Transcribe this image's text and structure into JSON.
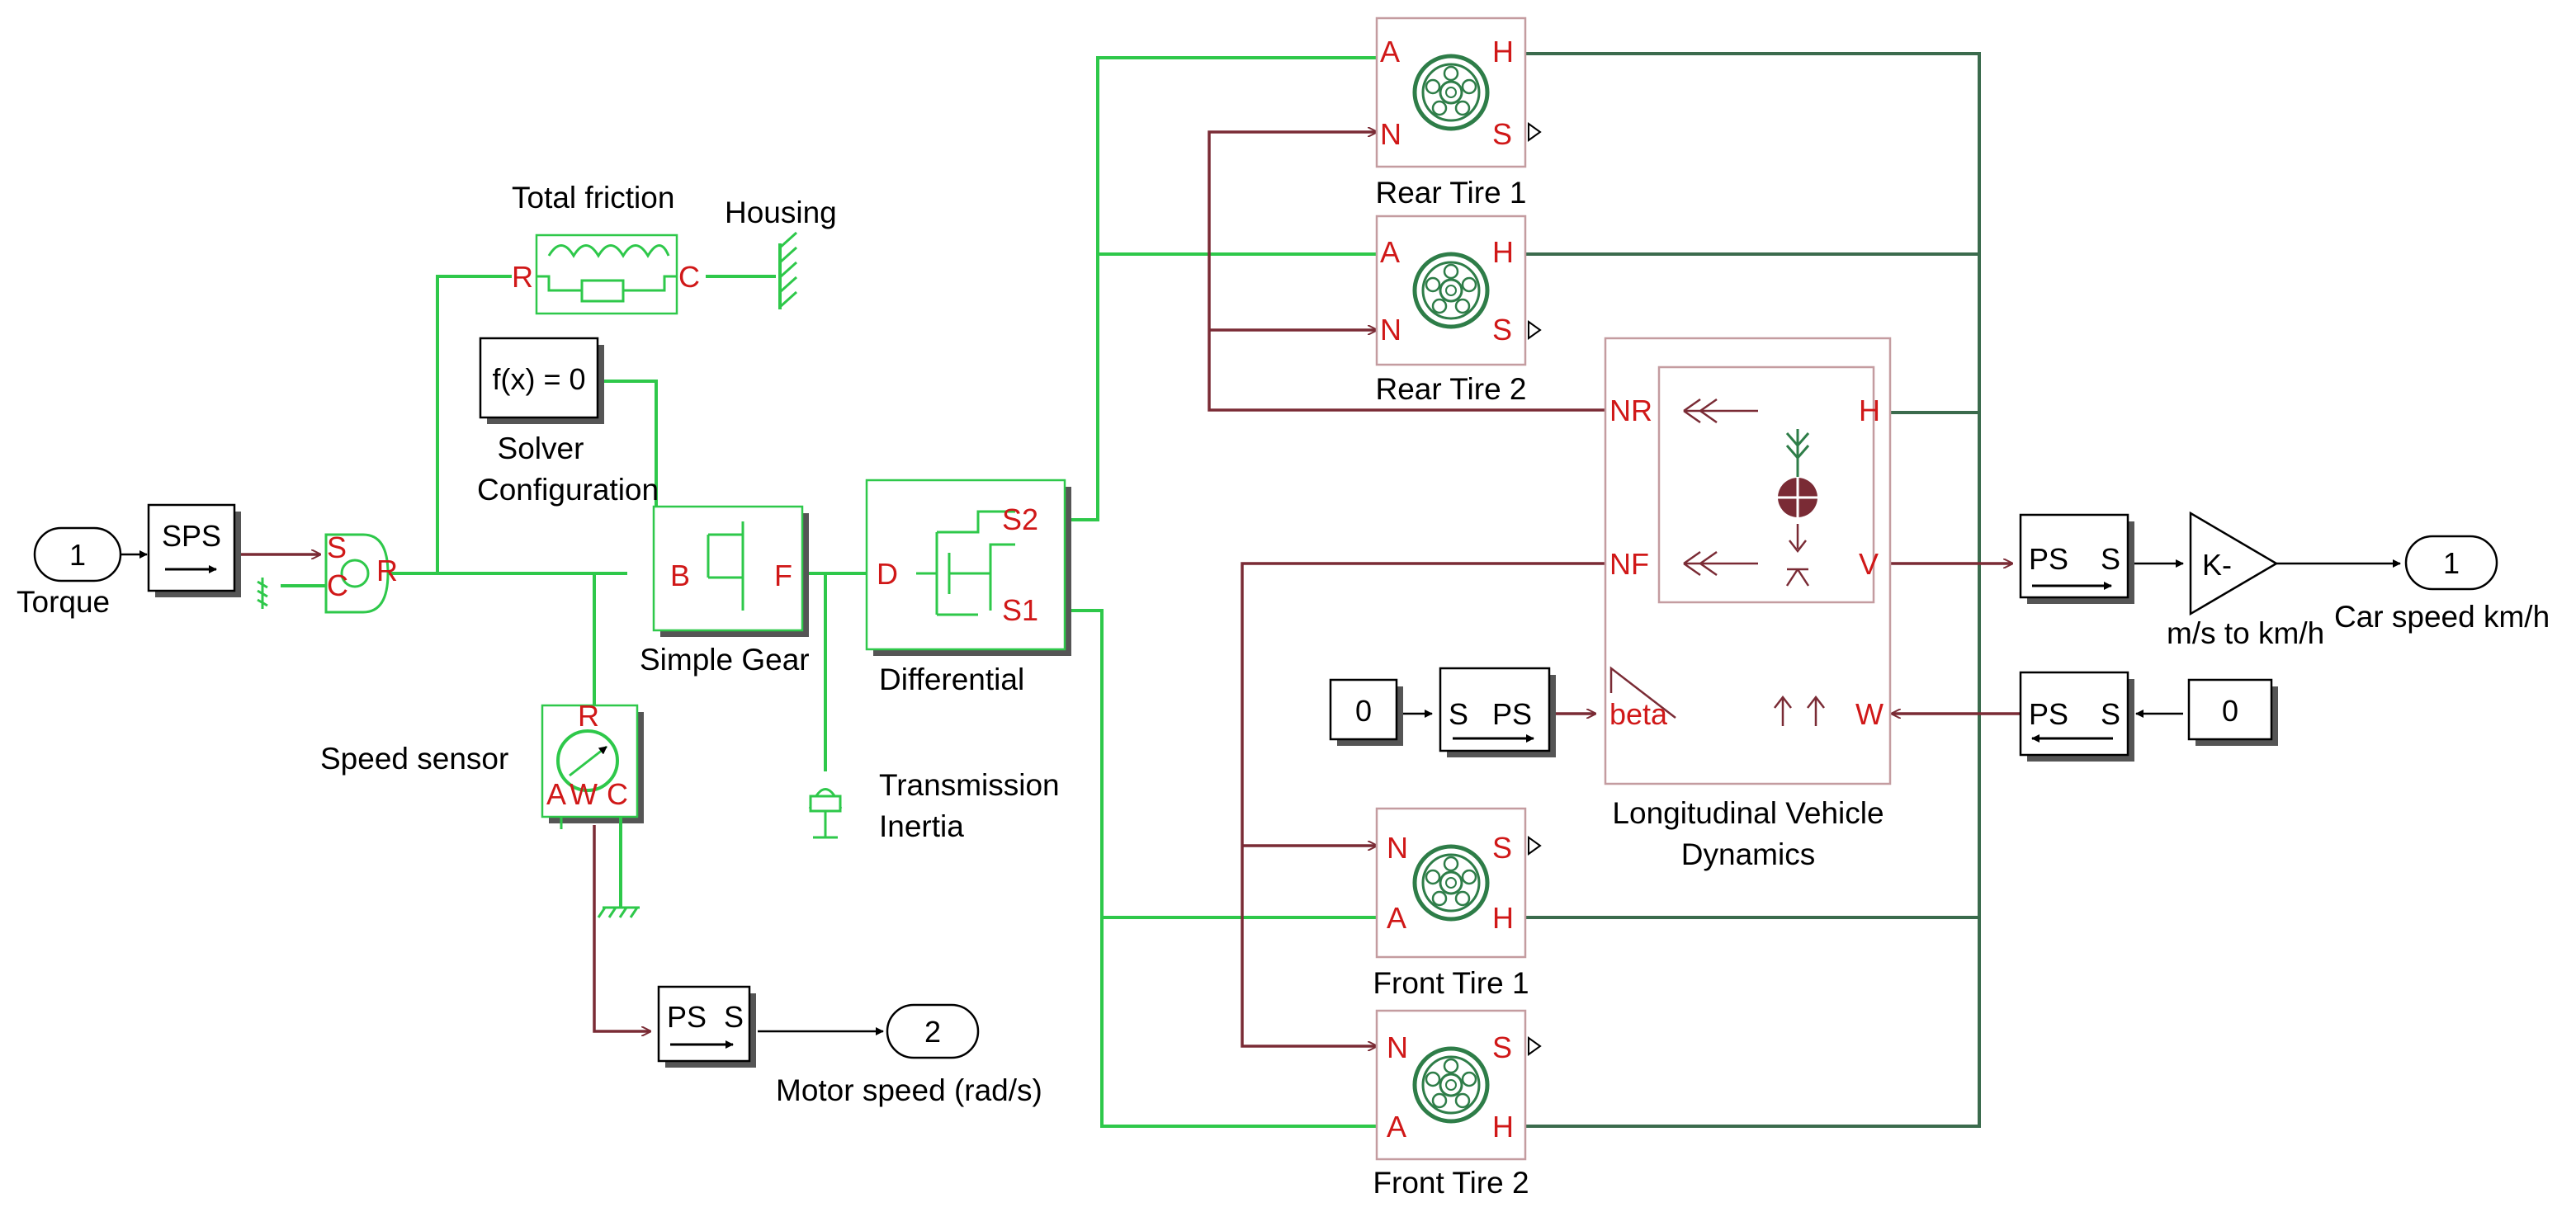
{
  "inports": [
    {
      "id": "torque",
      "num": "1",
      "label": "Torque"
    }
  ],
  "outports": [
    {
      "id": "car_speed",
      "num": "1",
      "label": "Car speed km/h"
    },
    {
      "id": "motor_speed",
      "num": "2",
      "label": "Motor speed (rad/s)"
    }
  ],
  "blocks": {
    "sps": {
      "text": "SPS"
    },
    "total_friction": {
      "label": "Total friction",
      "port_r": "R",
      "port_c": "C"
    },
    "housing": {
      "label": "Housing"
    },
    "solver": {
      "text": "f(x) = 0",
      "label1": "Solver",
      "label2": "Configuration"
    },
    "simple_gear": {
      "label": "Simple Gear",
      "port_b": "B",
      "port_f": "F"
    },
    "differential": {
      "label": "Differential",
      "port_d": "D",
      "port_s1": "S1",
      "port_s2": "S2"
    },
    "speed_sensor": {
      "label": "Speed sensor",
      "port_r": "R",
      "port_a": "A",
      "port_w": "W",
      "port_c": "C"
    },
    "transmission_inertia": {
      "label1": "Transmission",
      "label2": "Inertia"
    },
    "ps_s_motor": {
      "left": "PS",
      "right": "S"
    },
    "ps_s_car": {
      "left": "PS",
      "right": "S"
    },
    "ps_s_wind": {
      "left": "PS",
      "right": "S"
    },
    "s_ps_beta": {
      "left": "S",
      "right": "PS"
    },
    "const_beta": {
      "value": "0"
    },
    "const_wind": {
      "value": "0"
    },
    "gain": {
      "text": "K-",
      "label": "m/s to km/h"
    },
    "lvd": {
      "label1": "Longitudinal Vehicle",
      "label2": "Dynamics",
      "port_nr": "NR",
      "port_nf": "NF",
      "port_h": "H",
      "port_v": "V",
      "port_w": "W",
      "port_beta": "beta"
    },
    "rear_tire_1": {
      "label": "Rear Tire 1",
      "a": "A",
      "h": "H",
      "n": "N",
      "s": "S"
    },
    "rear_tire_2": {
      "label": "Rear Tire 2",
      "a": "A",
      "h": "H",
      "n": "N",
      "s": "S"
    },
    "front_tire_1": {
      "label": "Front Tire 1",
      "a": "A",
      "h": "H",
      "n": "N",
      "s": "S"
    },
    "front_tire_2": {
      "label": "Front Tire 2",
      "a": "A",
      "h": "H",
      "n": "N",
      "s": "S"
    }
  },
  "colors": {
    "physical_line": "#2ec84a",
    "signal_line": "#7a2b35",
    "port_label": "#d01818",
    "ground_line": "#3b6b4d"
  }
}
